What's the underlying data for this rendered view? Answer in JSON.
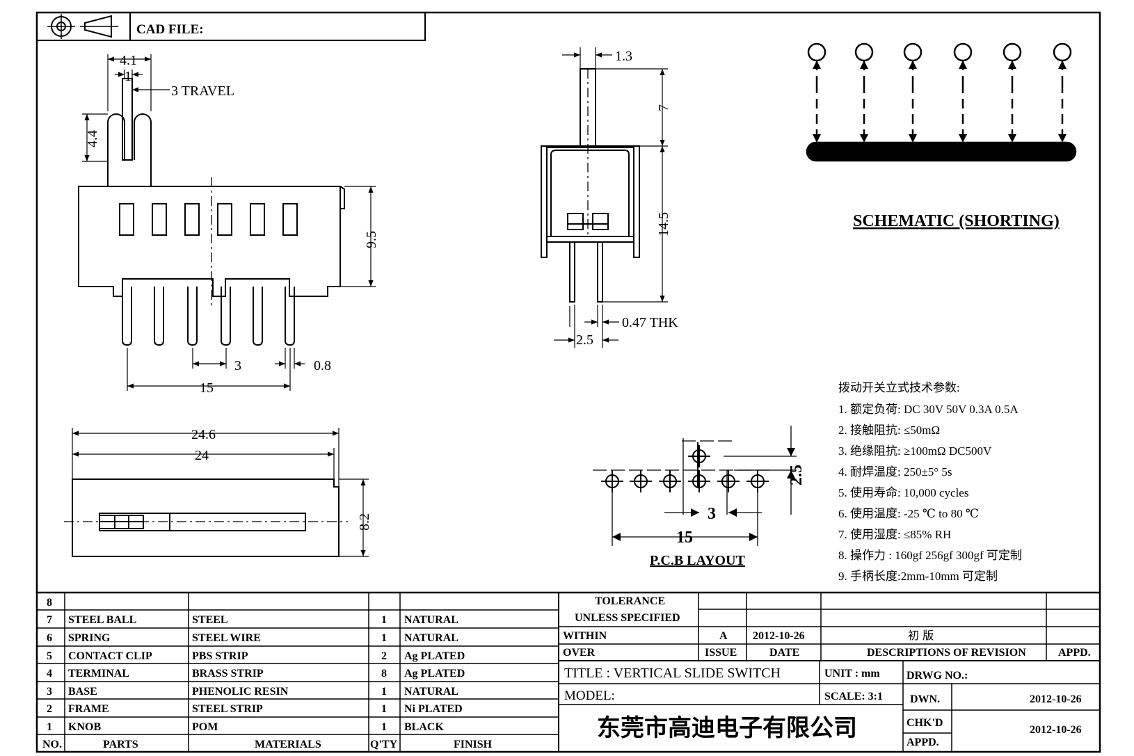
{
  "header": {
    "cad_file_label": "CAD FILE:"
  },
  "front_view": {
    "dim_4_1": "4.1",
    "dim_1": "1",
    "dim_3_travel": "3  TRAVEL",
    "dim_4_4": "4.4",
    "dim_9_5": "9.5",
    "dim_3": "3",
    "dim_0_8": "0.8",
    "dim_15": "15"
  },
  "side_view": {
    "dim_1_3": "1.3",
    "dim_7": "7",
    "dim_14_5": "14.5",
    "dim_0_47": "0.47  THK",
    "dim_2_5": "2.5"
  },
  "top_view": {
    "dim_24_6": "24.6",
    "dim_24": "24",
    "dim_8_2": "8.2"
  },
  "schematic": {
    "title": "SCHEMATIC (SHORTING)"
  },
  "pcb_layout": {
    "title": "P.C.B  LAYOUT",
    "dim_2_5": "2.5",
    "dim_3": "3",
    "dim_15": "15"
  },
  "specs": {
    "heading": "拨动开关立式技术参数:",
    "items": [
      "1.  额定负荷: DC 30V    50V    0.3A    0.5A",
      "2.  接触阻抗: ≤50mΩ",
      "3.  绝缘阻抗: ≥100mΩ   DC500V",
      "4.  耐焊温度: 250±5°  5s",
      "5.  使用寿命: 10,000 cycles",
      "6.  使用温度: -25  ℃   to 80  ℃",
      "7.  使用湿度: ≤85% RH",
      "8.  操作力 : 160gf    256gf    300gf  可定制",
      "9.  手柄长度:2mm-10mm   可定制"
    ]
  },
  "bom": {
    "rows": [
      {
        "no": "8",
        "part": "",
        "material": "",
        "qty": "",
        "finish": ""
      },
      {
        "no": "7",
        "part": "STEEL BALL",
        "material": "STEEL",
        "qty": "1",
        "finish": "NATURAL"
      },
      {
        "no": "6",
        "part": "SPRING",
        "material": "STEEL WIRE",
        "qty": "1",
        "finish": "NATURAL"
      },
      {
        "no": "5",
        "part": "CONTACT CLIP",
        "material": "PBS STRIP",
        "qty": "2",
        "finish": "Ag PLATED"
      },
      {
        "no": "4",
        "part": "TERMINAL",
        "material": "BRASS STRIP",
        "qty": "8",
        "finish": "Ag PLATED"
      },
      {
        "no": "3",
        "part": "BASE",
        "material": "PHENOLIC RESIN",
        "qty": "1",
        "finish": "NATURAL"
      },
      {
        "no": "2",
        "part": "FRAME",
        "material": "STEEL STRIP",
        "qty": "1",
        "finish": "Ni PLATED"
      },
      {
        "no": "1",
        "part": "KNOB",
        "material": "POM",
        "qty": "1",
        "finish": "BLACK"
      }
    ],
    "header": {
      "no": "NO.",
      "part": "PARTS",
      "material": "MATERIALS",
      "qty": "Q'TY",
      "finish": "FINISH"
    }
  },
  "title_block": {
    "tolerance": "TOLERANCE",
    "unless_specified": "UNLESS   SPECIFIED",
    "within": "WITHIN",
    "over": "OVER",
    "issue_value": "A",
    "date_value": "2012-10-26",
    "revision_value": "初  版",
    "issue_label": "ISSUE",
    "date_label": "DATE",
    "desc_label": "DESCRIPTIONS  OF  REVISION",
    "appd_label": "APPD.",
    "title": "TITLE :   VERTICAL  SLIDE  SWITCH",
    "unit": "UNIT :   mm",
    "drwg_no": "DRWG NO.:",
    "model": "MODEL:",
    "scale": "SCALE:   3:1",
    "dwn": "DWN.",
    "dwn_date": "2012-10-26",
    "chkd": "CHK'D",
    "chkd_date": "2012-10-26",
    "appd": "APPD.",
    "company": "东莞市高迪电子有限公司"
  }
}
